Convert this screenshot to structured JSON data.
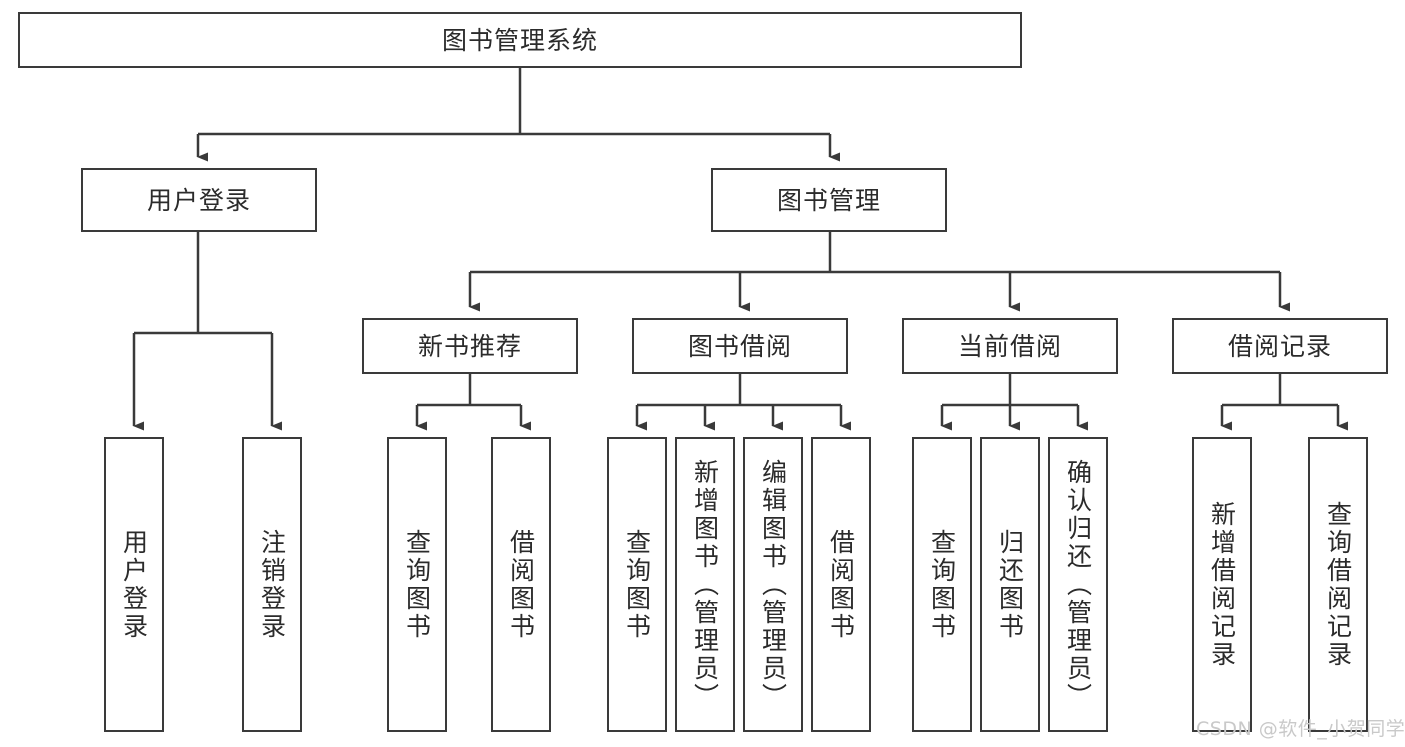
{
  "diagram": {
    "title": "图书管理系统",
    "type": "hierarchy-tree",
    "root": {
      "label": "图书管理系统"
    },
    "level2": [
      {
        "label": "用户登录"
      },
      {
        "label": "图书管理"
      }
    ],
    "level3": [
      {
        "label": "新书推荐"
      },
      {
        "label": "图书借阅"
      },
      {
        "label": "当前借阅"
      },
      {
        "label": "借阅记录"
      }
    ],
    "leaves": {
      "user_login": [
        {
          "label": "用户登录"
        },
        {
          "label": "注销登录"
        }
      ],
      "new_book_recommend": [
        {
          "label": "查询图书"
        },
        {
          "label": "借阅图书"
        }
      ],
      "book_borrow": [
        {
          "label": "查询图书"
        },
        {
          "label": "新增图书（管理员）"
        },
        {
          "label": "编辑图书（管理员）"
        },
        {
          "label": "借阅图书"
        }
      ],
      "current_borrow": [
        {
          "label": "查询图书"
        },
        {
          "label": "归还图书"
        },
        {
          "label": "确认归还（管理员）"
        }
      ],
      "borrow_record": [
        {
          "label": "新增借阅记录"
        },
        {
          "label": "查询借阅记录"
        }
      ]
    }
  },
  "watermark": {
    "text": "CSDN @软件_小贺同学"
  },
  "colors": {
    "stroke": "#3a3a3a",
    "text": "#2b2b2b",
    "background": "#ffffff",
    "watermark": "#c9c9c9"
  }
}
